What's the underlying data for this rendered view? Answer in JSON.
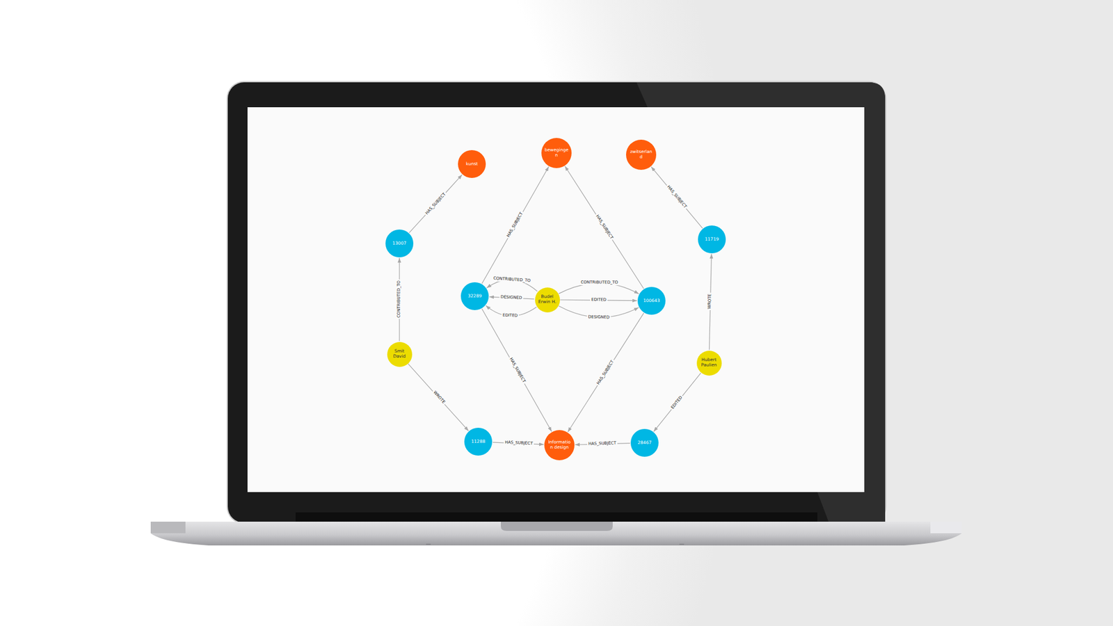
{
  "diagram": {
    "nodes": [
      {
        "text": [
          "kunst"
        ]
      },
      {
        "text": [
          "bewegingen"
        ]
      },
      {
        "text": [
          "zwitserland"
        ]
      },
      {
        "text": [
          "13007"
        ]
      },
      {
        "text": [
          "11719"
        ]
      },
      {
        "text": [
          "32289"
        ]
      },
      {
        "text": [
          "Budel Erwin H."
        ]
      },
      {
        "text": [
          "100643"
        ]
      },
      {
        "text": [
          "Smit David"
        ]
      },
      {
        "text": [
          "Hubert Paulien"
        ]
      },
      {
        "text": [
          "11288"
        ]
      },
      {
        "text": [
          "Information design"
        ]
      },
      {
        "text": [
          "28467"
        ]
      }
    ],
    "edges": [
      {
        "from": 3,
        "to": 0,
        "arrow": "to",
        "label": "HAS_SUBJECT"
      },
      {
        "from": 5,
        "to": 1,
        "arrow": "to",
        "label": "HAS_SUBJECT"
      },
      {
        "from": 7,
        "to": 1,
        "arrow": "to",
        "label": "HAS_SUBJECT"
      },
      {
        "from": 4,
        "to": 2,
        "arrow": "to",
        "label": "HAS_SUBJECT"
      },
      {
        "from": 8,
        "to": 3,
        "arrow": "to",
        "label": "CONTRIBUTED_TO"
      },
      {
        "from": 9,
        "to": 4,
        "arrow": "to",
        "label": "WROTE"
      },
      {
        "from": 6,
        "to": 5,
        "arrow": "to",
        "label": "CONTRIBUTED_TO"
      },
      {
        "from": 6,
        "to": 5,
        "arrow": "to",
        "label": "DESIGNED"
      },
      {
        "from": 6,
        "to": 5,
        "arrow": "to",
        "label": "EDITED"
      },
      {
        "from": 6,
        "to": 7,
        "arrow": "to",
        "label": "CONTRIBUTED_TO"
      },
      {
        "from": 6,
        "to": 7,
        "arrow": "to",
        "label": "EDITED"
      },
      {
        "from": 6,
        "to": 7,
        "arrow": "to",
        "label": "DESIGNED"
      },
      {
        "from": 5,
        "to": 11,
        "arrow": "to",
        "label": "HAS_SUBJECT"
      },
      {
        "from": 7,
        "to": 11,
        "arrow": "to",
        "label": "HAS_SUBJECT"
      },
      {
        "from": 8,
        "to": 10,
        "arrow": "to",
        "label": "WROTE"
      },
      {
        "from": 9,
        "to": 12,
        "arrow": "to",
        "label": "EDITED"
      },
      {
        "from": 10,
        "to": 11,
        "arrow": "to",
        "label": "HAS_SUBJECT"
      },
      {
        "from": 12,
        "to": 11,
        "arrow": "to",
        "label": "HAS_SUBJECT"
      }
    ]
  }
}
